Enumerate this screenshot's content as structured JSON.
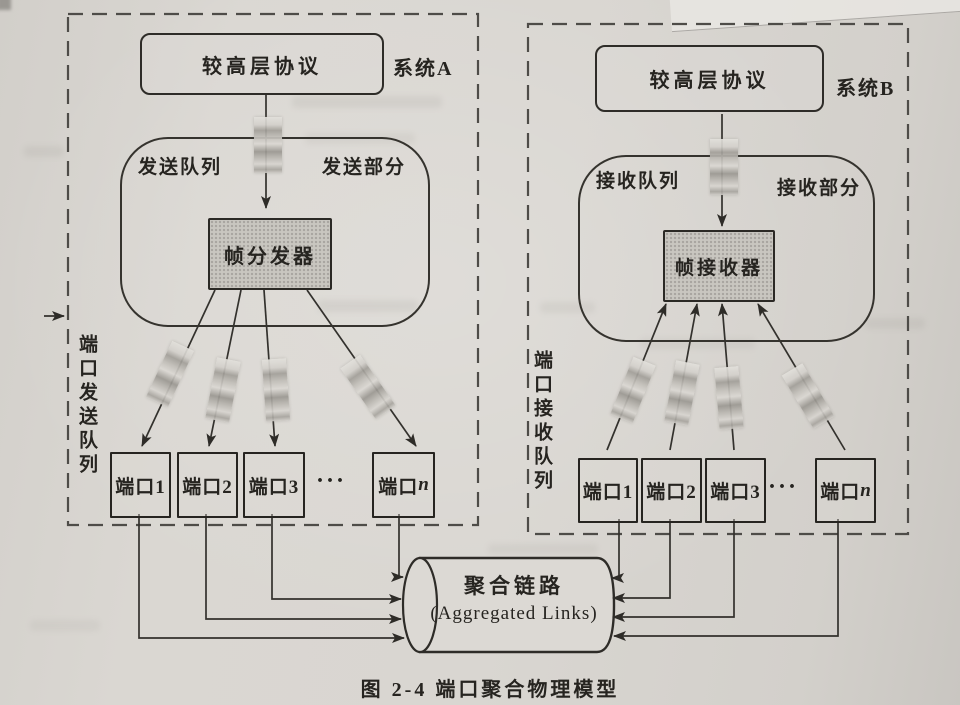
{
  "caption": "图 2-4  端口聚合物理模型",
  "system_a": {
    "label": "系统A",
    "upper_protocol": "较高层协议",
    "queue_area_label": "发送队列",
    "section_label": "发送部分",
    "processor": "帧分发器",
    "side_label": "端口发送队列",
    "ports": [
      "端口1",
      "端口2",
      "端口3"
    ],
    "port_ellipsis": "···",
    "port_n_prefix": "端口",
    "port_n_var": "n"
  },
  "system_b": {
    "label": "系统B",
    "upper_protocol": "较高层协议",
    "queue_area_label": "接收队列",
    "section_label": "接收部分",
    "processor": "帧接收器",
    "side_label": "端口接收队列",
    "ports": [
      "端口1",
      "端口2",
      "端口3"
    ],
    "port_ellipsis": "···",
    "port_n_prefix": "端口",
    "port_n_var": "n"
  },
  "aggregated_link": {
    "title_zh": "聚合链路",
    "title_en": "(Aggregated Links)"
  },
  "colors": {
    "ink": "#2e2c28",
    "dash": "#4e4c48",
    "paper": "#d8d5d0",
    "processor_fill": "#c9c6c0"
  }
}
